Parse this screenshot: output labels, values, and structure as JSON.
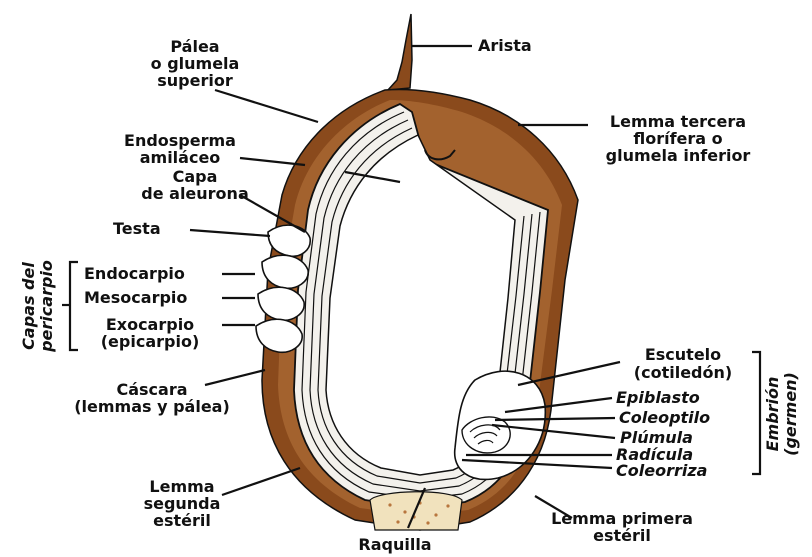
{
  "labels": {
    "arista": "Arista",
    "palea": [
      "Pálea",
      "o glumela",
      "superior"
    ],
    "lemma_tercera": [
      "Lemma tercera",
      "florífera o",
      "glumela inferior"
    ],
    "endosperma": [
      "Endosperma",
      "amiláceo"
    ],
    "capa_aleurona": [
      "Capa",
      "de aleurona"
    ],
    "testa": "Testa",
    "capas_pericarpio": [
      "Capas del",
      "pericarpio"
    ],
    "endocarpio": "Endocarpio",
    "mesocarpio": "Mesocarpio",
    "exocarpio": [
      "Exocarpio",
      "(epicarpio)"
    ],
    "cascara": [
      "Cáscara",
      "(lemmas y pálea)"
    ],
    "escutelo": [
      "Escutelo",
      "(cotiledón)"
    ],
    "epiblasto": "Epiblasto",
    "coleoptilo": "Coleoptilo",
    "plumula": "Plúmula",
    "radicula": "Radícula",
    "coleorriza": "Coleorriza",
    "embrion": [
      "Embrión",
      "(germen)"
    ],
    "lemma_segunda": [
      "Lemma",
      "segunda",
      "estéril"
    ],
    "lemma_primera": [
      "Lemma primera",
      "estéril"
    ],
    "raquilla": "Raquilla"
  },
  "colors": {
    "husk": "#8a4a1c",
    "husk_light": "#b8763e",
    "line": "#111111",
    "raquilla": "#f1e2bd"
  }
}
